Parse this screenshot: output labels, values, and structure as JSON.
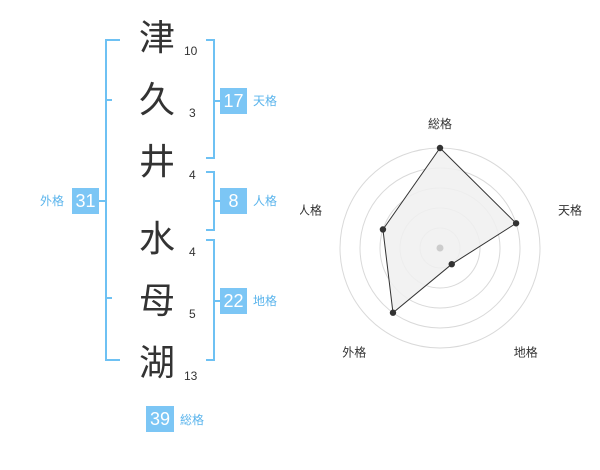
{
  "colors": {
    "accent": "#6ec1f3",
    "badge_bg": "#7cc6f5",
    "label_text": "#5ab4ec",
    "text": "#333333"
  },
  "name": {
    "characters": [
      {
        "char": "津",
        "strokes": "10"
      },
      {
        "char": "久",
        "strokes": "3"
      },
      {
        "char": "井",
        "strokes": "4"
      },
      {
        "char": "水",
        "strokes": "4"
      },
      {
        "char": "母",
        "strokes": "5"
      },
      {
        "char": "湖",
        "strokes": "13"
      }
    ]
  },
  "fortune": {
    "tenkaku": {
      "value": "17",
      "label": "天格"
    },
    "jinkaku": {
      "value": "8",
      "label": "人格"
    },
    "chikaku": {
      "value": "22",
      "label": "地格"
    },
    "gaikaku": {
      "value": "31",
      "label": "外格"
    },
    "soukaku": {
      "value": "39",
      "label": "総格"
    }
  },
  "chart_data": {
    "type": "radar",
    "axes": [
      "総格",
      "天格",
      "地格",
      "外格",
      "人格"
    ],
    "values": [
      5,
      4,
      1,
      4,
      3
    ],
    "max": 5,
    "rings": 5,
    "fill_color": "#f0f0f0",
    "line_color": "#333333"
  }
}
